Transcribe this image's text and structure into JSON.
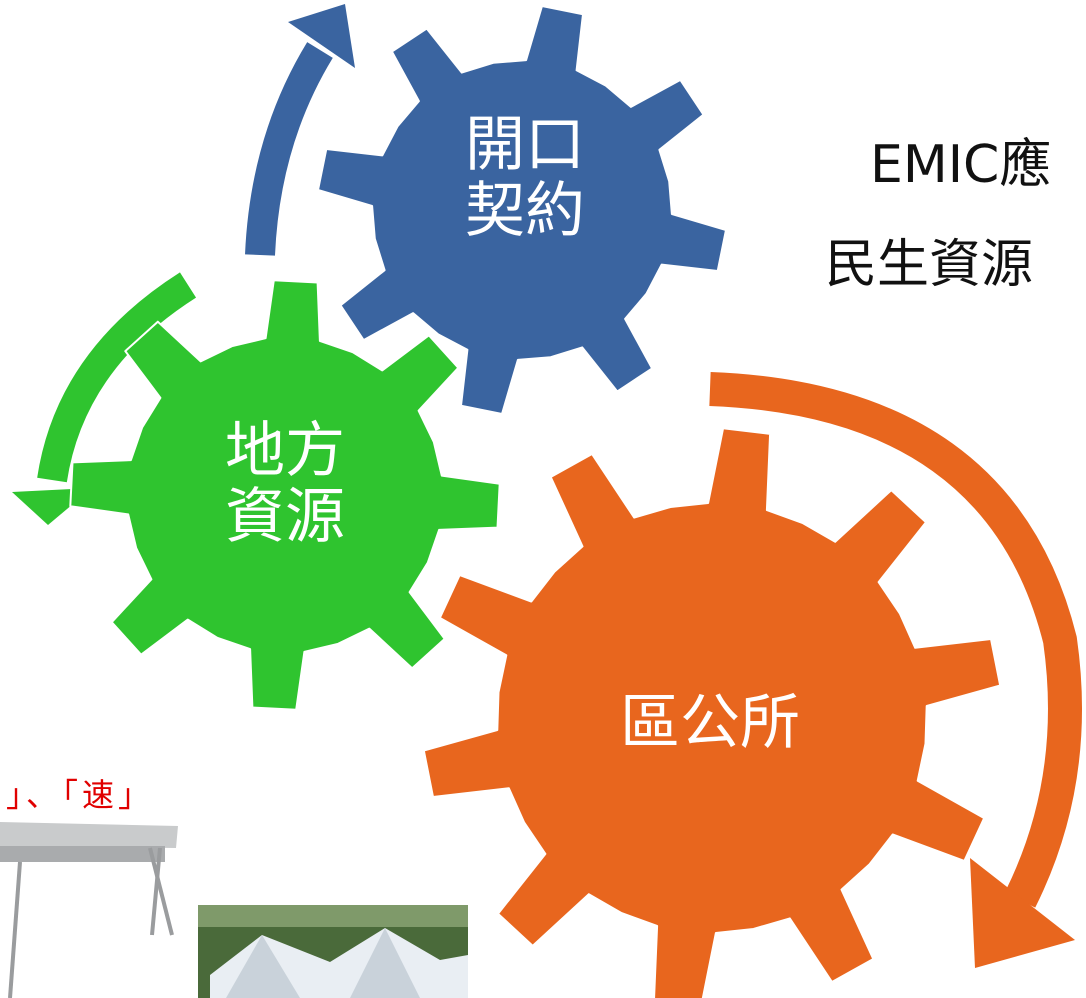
{
  "gears": {
    "contract": {
      "line1": "開口",
      "line2": "契約",
      "color": "#3A64A0"
    },
    "local": {
      "line1": "地方",
      "line2": "資源",
      "color": "#2FC42F"
    },
    "district": {
      "label": "區公所",
      "color": "#E8661E"
    }
  },
  "side": {
    "line1": "EMIC應",
    "line2": "民生資源"
  },
  "caption": "」、「速」",
  "arrows": {
    "blue": "#3A64A0",
    "green": "#2FC42F",
    "orange": "#E8661E"
  }
}
